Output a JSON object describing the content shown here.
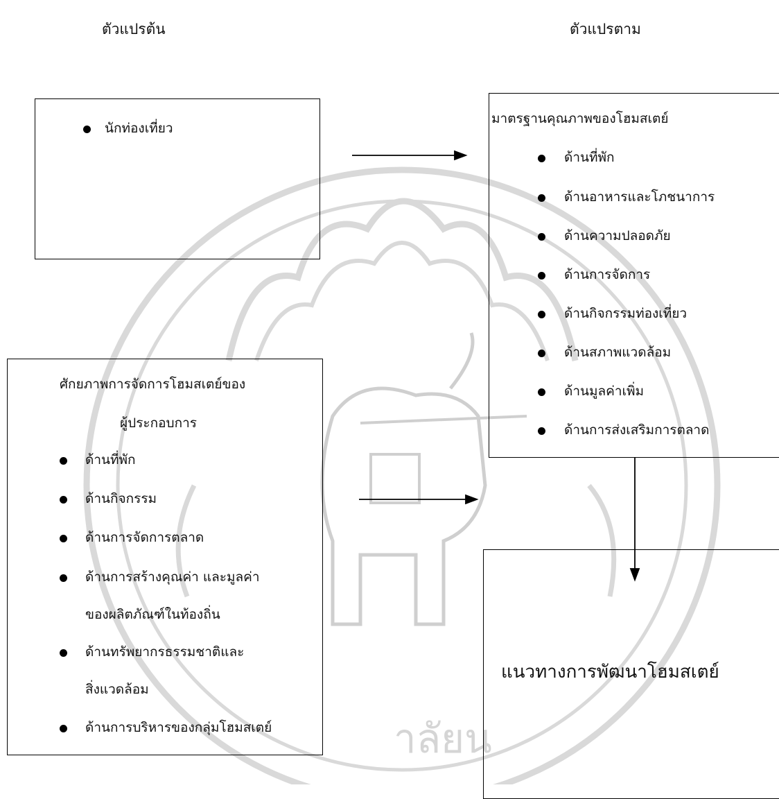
{
  "headings": {
    "independent": "ตัวแปรต้น",
    "dependent": "ตัวแปรตาม"
  },
  "tourist_box": {
    "items": [
      "นักท่องเที่ยว"
    ]
  },
  "standard_box": {
    "title": "มาตรฐานคุณภาพของโฮมสเตย์",
    "items": [
      "ด้านที่พัก",
      "ด้านอาหารและโภชนาการ",
      "ด้านความปลอดภัย",
      "ด้านการจัดการ",
      "ด้านกิจกรรมท่องเที่ยว",
      "ด้านสภาพแวดล้อม",
      "ด้านมูลค่าเพิ่ม",
      "ด้านการส่งเสริมการตลาด"
    ]
  },
  "potential_box": {
    "title_line1": "ศักยภาพการจัดการโฮมสเตย์ของ",
    "title_line2": "ผู้ประกอบการ",
    "items": [
      "ด้านที่พัก",
      "ด้านกิจกรรม",
      "ด้านการจัดการตลาด",
      "ด้านการสร้างคุณค่า และมูลค่า",
      "ของผลิตภัณฑ์ในท้องถิ่น",
      "ด้านทรัพยากรธรรมชาติและ",
      "สิ่งแวดล้อม",
      "ด้านการบริหารของกลุ่มโฮมสเตย์"
    ]
  },
  "result_box": {
    "label": "แนวทางการพัฒนาโฮมสเตย์"
  },
  "watermark": {
    "text": "าลัยน"
  }
}
